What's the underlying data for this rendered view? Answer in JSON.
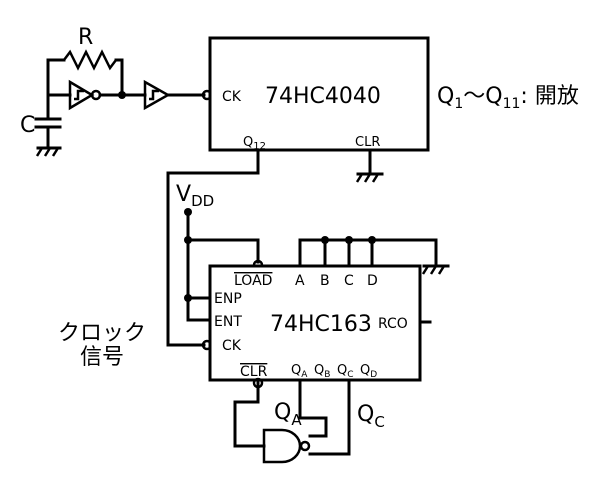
{
  "chip_4040": {
    "name": "74HC4040",
    "pin_ck": "CK",
    "pin_q": "Q",
    "pin_q_sub": "12",
    "pin_clr": "CLR"
  },
  "outputs_note": {
    "q": "Q",
    "sub1": "1",
    "tilde": "〜",
    "q2": "Q",
    "sub2": "11",
    "state": ": 開放"
  },
  "osc": {
    "r_label": "R",
    "c_label": "C"
  },
  "vdd": {
    "v": "V",
    "sub": "DD"
  },
  "chip_163": {
    "name": "74HC163",
    "pin_load": "LOAD",
    "pin_a": "A",
    "pin_b": "B",
    "pin_c": "C",
    "pin_d": "D",
    "pin_enp": "ENP",
    "pin_ent": "ENT",
    "pin_ck": "CK",
    "pin_rco": "RCO",
    "pin_clr": "CLR",
    "pin_qa": "Q",
    "pin_qa_sub": "A",
    "pin_qb": "Q",
    "pin_qb_sub": "B",
    "pin_qc": "Q",
    "pin_qc_sub": "C",
    "pin_qd": "Q",
    "pin_qd_sub": "D"
  },
  "clock_label": {
    "line1": "クロック",
    "line2": "信号"
  },
  "gate_labels": {
    "qa": "Q",
    "qa_sub": "A",
    "qc": "Q",
    "qc_sub": "C"
  }
}
